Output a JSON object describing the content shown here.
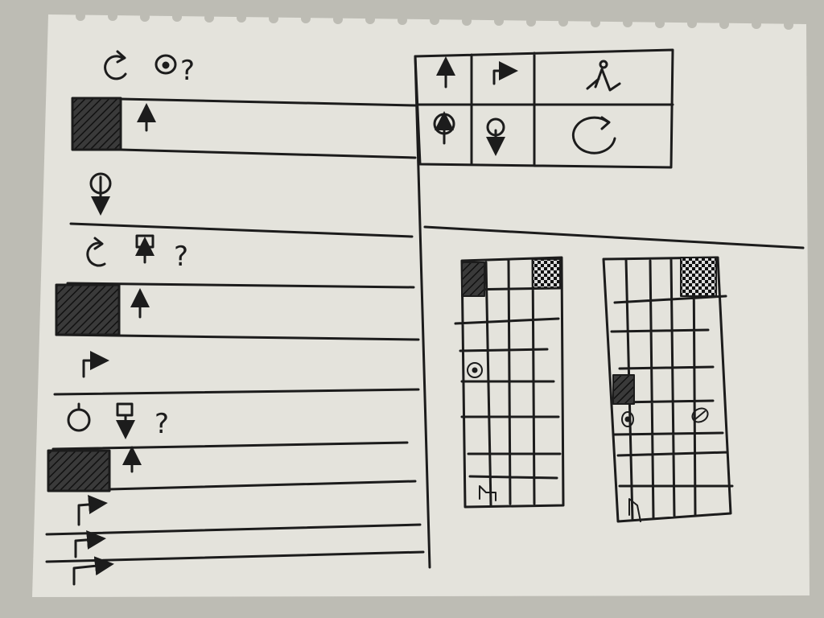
{
  "colors": {
    "background": "#2b2a27",
    "paper": "#e4e3dc",
    "paper_shadow": "#c9c8c0",
    "ink": "#1c1c1c",
    "hatch": "#2a2a2a"
  },
  "program_panel": {
    "rows": [
      {
        "kind": "condition",
        "icons": [
          "rotate-right-icon",
          "eye-icon"
        ],
        "text": "?"
      },
      {
        "kind": "action",
        "icons": [
          "arrow-up-icon"
        ],
        "flagged": true
      },
      {
        "kind": "action",
        "icons": [
          "circle-arrow-down-icon"
        ],
        "flagged": false
      },
      {
        "kind": "condition",
        "icons": [
          "rotate-right-icon",
          "flag-up-icon"
        ],
        "text": "?"
      },
      {
        "kind": "action",
        "icons": [
          "arrow-up-icon"
        ],
        "flagged": true
      },
      {
        "kind": "action",
        "icons": [
          "turn-right-icon"
        ],
        "flagged": false
      },
      {
        "kind": "condition",
        "icons": [
          "circle-icon",
          "flag-down-icon"
        ],
        "text": "?"
      },
      {
        "kind": "action",
        "icons": [
          "arrow-up-icon"
        ],
        "flagged": true
      },
      {
        "kind": "action",
        "icons": [
          "turn-right-icon"
        ],
        "flagged": false
      },
      {
        "kind": "action",
        "icons": [
          "turn-right-icon"
        ],
        "flagged": false
      },
      {
        "kind": "action",
        "icons": [
          "turn-right-icon"
        ],
        "flagged": false
      }
    ]
  },
  "palette": {
    "row1": [
      "arrow-up-icon",
      "turn-right-icon",
      "stick-figure-icon"
    ],
    "row2": [
      "circle-arrow-up-icon",
      "circle-arrow-down-icon",
      "rotate-right-icon"
    ]
  },
  "maps": [
    {
      "name": "board-left",
      "columns": 4,
      "rows": 9,
      "goal": "checkered-goal-icon",
      "robot": "robot-marker-icon",
      "markers": [
        "target-circle-icon"
      ],
      "blocks": 1
    },
    {
      "name": "board-right",
      "columns": 5,
      "rows": 9,
      "goal": "checkered-goal-icon",
      "robot": "robot-marker-icon",
      "markers": [
        "target-circle-icon",
        "target-circle-icon"
      ],
      "blocks": 1
    }
  ]
}
